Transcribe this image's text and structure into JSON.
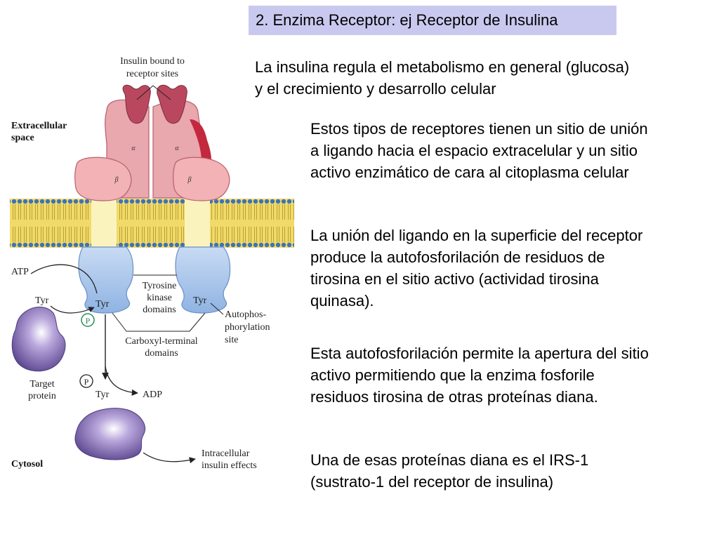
{
  "title": "2. Enzima Receptor: ej Receptor de Insulina",
  "paragraphs": {
    "p1": {
      "l1": "La insulina regula el metabolismo en general (glucosa)",
      "l2": "y el crecimiento y desarrollo celular"
    },
    "p2": {
      "l1": "Estos tipos de receptores tienen un sitio de unión",
      "l2": "a ligando hacia el espacio extracelular y un sitio",
      "l3": "activo enzimático de cara al citoplasma celular"
    },
    "p3": {
      "l1": "La unión del ligando en la superficie del receptor",
      "l2": "produce la autofosforilación de residuos de",
      "l3": "tirosina en el sitio activo (actividad tirosina",
      "l4": "quinasa)."
    },
    "p4": {
      "l1": "Esta autofosforilación permite la apertura del sitio",
      "l2": "activo permitiendo que la enzima fosforile",
      "l3": "residuos tirosina de otras proteínas diana."
    },
    "p5": {
      "l1": "Una de esas proteínas diana es el IRS-1",
      "l2": "(sustrato-1 del receptor de insulina)"
    }
  },
  "diagram": {
    "insulin_label": {
      "l1": "Insulin bound to",
      "l2": "receptor sites"
    },
    "extracellular_label": {
      "l1": "Extracellular",
      "l2": "space"
    },
    "cytosol_label": "Cytosol",
    "alpha": "α",
    "beta": "β",
    "atp": "ATP",
    "adp": "ADP",
    "tyr": "Tyr",
    "p": "P",
    "tyrosine_kinase": {
      "l1": "Tyrosine",
      "l2": "kinase",
      "l3": "domains"
    },
    "carboxyl": {
      "l1": "Carboxyl-terminal",
      "l2": "domains"
    },
    "autophos": {
      "l1": "Autophos-",
      "l2": "phorylation",
      "l3": "site"
    },
    "target": {
      "l1": "Target",
      "l2": "protein"
    },
    "intracellular": {
      "l1": "Intracellular",
      "l2": "insulin effects"
    }
  },
  "colors": {
    "title_bg": "#c9c9f0",
    "alpha_subunit": "#e9a7ae",
    "beta_subunit": "#f2b2b6",
    "insulin": "#b9485f",
    "membrane": "#f0da6a",
    "kinase_domain": "#a9c6ea",
    "target_protein": "#7a62ab"
  }
}
